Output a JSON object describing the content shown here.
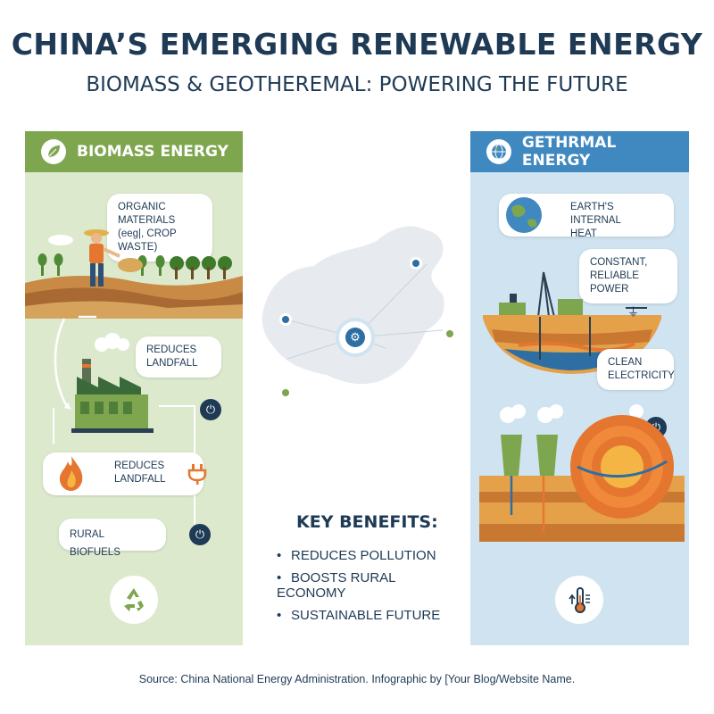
{
  "header": {
    "title": "CHINA’S EMERGING RENEWABLE ENERGY",
    "subtitle": "BIOMASS & GEOTHEREMAL: POWERING THE FUTURE"
  },
  "biomass": {
    "title": "BIOMASS ENERGY",
    "organic_line1": "ORGANIC MATERIALS",
    "organic_line2": "(eeg|, CROP WASTE)",
    "landfill1_line1": "REDUCES",
    "landfill1_line2": "LANDFALL",
    "landfill2_line1": "REDUCES",
    "landfill2_line2": "LANDFALL",
    "rural": "RURAL BIOFUELS"
  },
  "geothermal": {
    "title": "GETHRMAL ENERGY",
    "heat_line1": "EARTH'S INTERNAL",
    "heat_line2": "HEAT",
    "power_line1": "CONSTANT, RELIABLE",
    "power_line2": "POWER",
    "clean_line1": "CLEAN",
    "clean_line2": "ELECTRICITY"
  },
  "benefits": {
    "title": "KEY BENEFITS:",
    "items": [
      "REDUCES POLLUTION",
      "BOOSTS RURAL ECONOMY",
      "SUSTAINABLE FUTURE"
    ]
  },
  "footer": {
    "source": "Source: China National Energy Administration. Infographic by [Your Blog/Website Name."
  },
  "colors": {
    "biomass_header": "#7ea64f",
    "biomass_panel": "#dde9cd",
    "geo_header": "#3f88c0",
    "geo_panel": "#cfe3f0",
    "text_dark": "#1e3a55"
  },
  "icons": {
    "biomass_header": "leaf-icon",
    "geo_header": "globe-icon",
    "recycle": "recycle-icon",
    "thermometer": "thermometer-icon",
    "map_center": "gear-icon"
  }
}
